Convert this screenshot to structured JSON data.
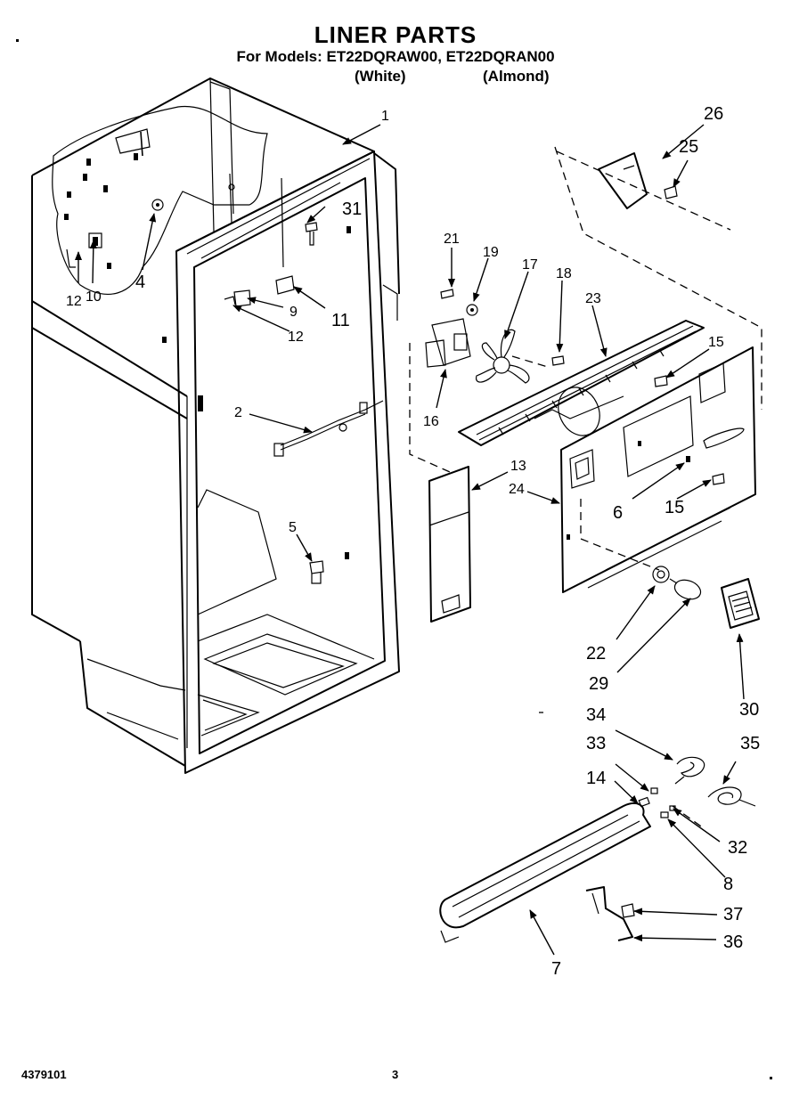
{
  "header": {
    "title": "LINER PARTS",
    "models_line": "For Models: ET22DQRAW00, ET22DQRAN00",
    "variant_white": "(White)",
    "variant_almond": "(Almond)"
  },
  "footer": {
    "doc_number": "4379101",
    "page_number": "3"
  },
  "callouts": {
    "p1": "1",
    "p2": "2",
    "p4": "4",
    "p5": "5",
    "p6": "6",
    "p7": "7",
    "p8": "8",
    "p9": "9",
    "p10": "10",
    "p11": "11",
    "p12a": "12",
    "p12b": "12",
    "p13": "13",
    "p14": "14",
    "p15a": "15",
    "p15b": "15",
    "p16": "16",
    "p17": "17",
    "p18": "18",
    "p19": "19",
    "p21": "21",
    "p22": "22",
    "p23": "23",
    "p24": "24",
    "p25": "25",
    "p26": "26",
    "p29": "29",
    "p30": "30",
    "p31": "31",
    "p32": "32",
    "p33": "33",
    "p34": "34",
    "p35": "35",
    "p36": "36",
    "p37": "37"
  }
}
